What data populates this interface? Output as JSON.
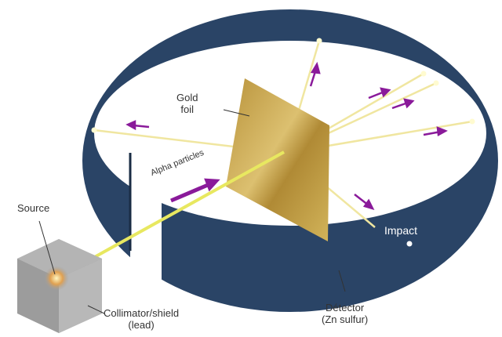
{
  "labels": {
    "gold_foil": [
      "Gold",
      "foil"
    ],
    "alpha_particles": "Alpha particles",
    "source": "Source",
    "impact": "Impact",
    "collimator": [
      "Collimator/shield",
      "(lead)"
    ],
    "detector": [
      "Détector",
      "(Zn sulfur)"
    ]
  },
  "colors": {
    "detector_ring": "#2a4466",
    "beam": "#e8e860",
    "scatter": "#f0e6a0",
    "arrow": "#8a1a9a",
    "foil": "#c9a545",
    "shield": "#9a9a9a"
  }
}
